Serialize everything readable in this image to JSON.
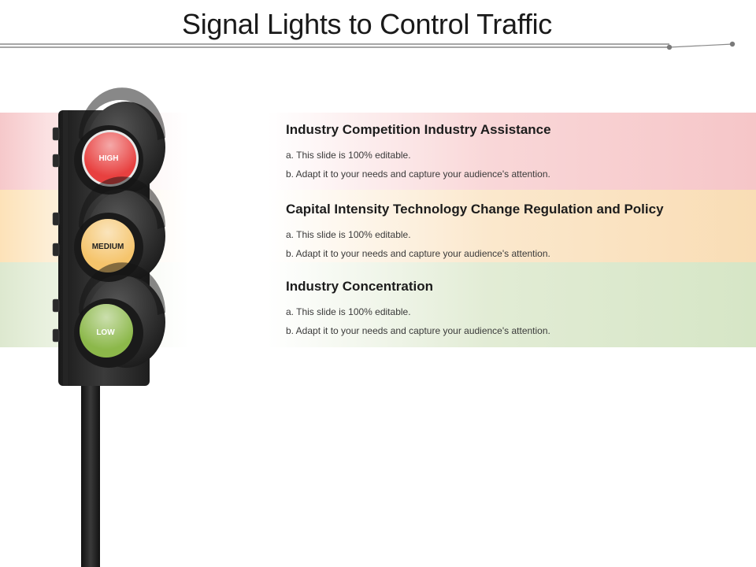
{
  "title": "Signal Lights to Control Traffic",
  "signal": {
    "lights": [
      {
        "label": "HIGH",
        "color": "#e8403f"
      },
      {
        "label": "MEDIUM",
        "color": "#f5c46b"
      },
      {
        "label": "LOW",
        "color": "#8cb84a"
      }
    ]
  },
  "sections": [
    {
      "heading": "Industry Competition Industry Assistance",
      "point_a": "a.  This slide is 100% editable.",
      "point_b": "b.  Adapt it to your needs and capture your audience's  attention."
    },
    {
      "heading": "Capital Intensity Technology Change Regulation and Policy",
      "point_a": "a.  This slide is 100% editable.",
      "point_b": "b.  Adapt it to your needs and capture your audience's  attention."
    },
    {
      "heading": "Industry Concentration",
      "point_a": "a.  This slide is 100% editable.",
      "point_b": "b.  Adapt it to your needs and capture your audience's  attention."
    }
  ]
}
